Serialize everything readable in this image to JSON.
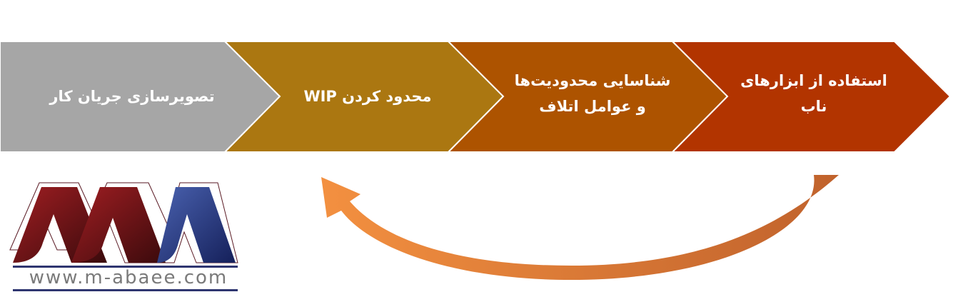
{
  "steps": [
    {
      "label": "تصویرسازی جریان کار",
      "color": "#a6a6a6"
    },
    {
      "label": "محدود کردن WIP",
      "color": "#ab7711"
    },
    {
      "label_line1": "شناسایی محدودیت‌ها",
      "label_line2": "و عوامل اتلاف",
      "color": "#ad5300"
    },
    {
      "label_line1": "استفاده از ابزارهای",
      "label_line2": "ناب",
      "color": "#b23400"
    }
  ],
  "feedback_arrow": {
    "color_start": "#c0622c",
    "color_end": "#f08a3a"
  },
  "logo": {
    "text": "MA",
    "url": "www.m-abaee.com",
    "red": "#8e1a1c",
    "blue": "#2e3f8f"
  }
}
